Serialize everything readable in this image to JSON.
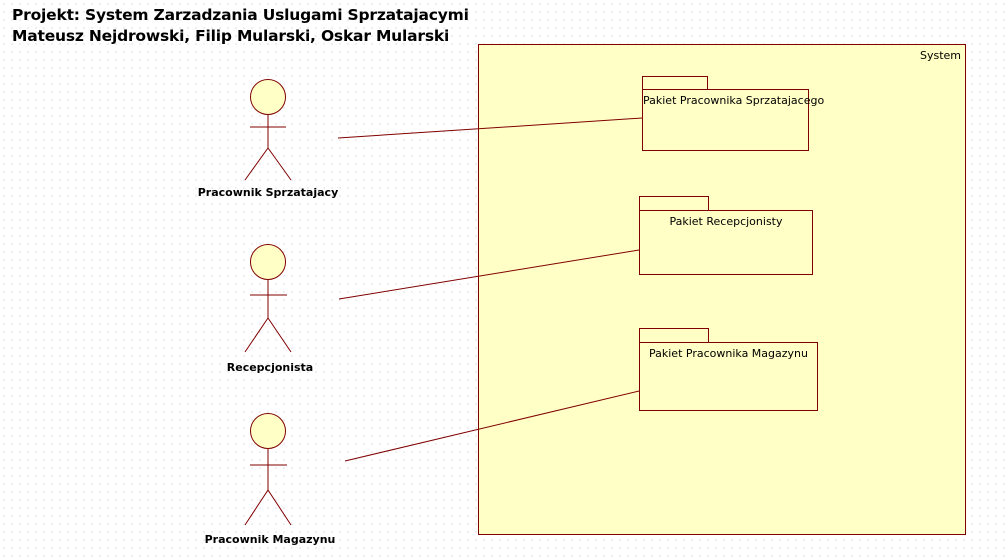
{
  "header": {
    "title_line_1": "Projekt: System Zarzadzania Uslugami Sprzatajacymi",
    "title_line_2": "Mateusz Nejdrowski, Filip Mularski, Oskar Mularski"
  },
  "system": {
    "label": "System"
  },
  "packages": [
    {
      "label": "Pakiet Pracownika Sprzatajacego"
    },
    {
      "label": "Pakiet Recepcjonisty"
    },
    {
      "label": "Pakiet Pracownika Magazynu"
    }
  ],
  "actors": [
    {
      "label": "Pracownik Sprzatajacy"
    },
    {
      "label": "Recepcjonista"
    },
    {
      "label": "Pracownik Magazynu"
    }
  ],
  "colors": {
    "background": "#ffffff",
    "grid_dot": "#c8c8c8",
    "fill": "#ffffc6",
    "stroke": "#800000",
    "text": "#000000"
  },
  "icons": {
    "actor": "stick-figure-icon",
    "package": "folder-tab-icon"
  }
}
